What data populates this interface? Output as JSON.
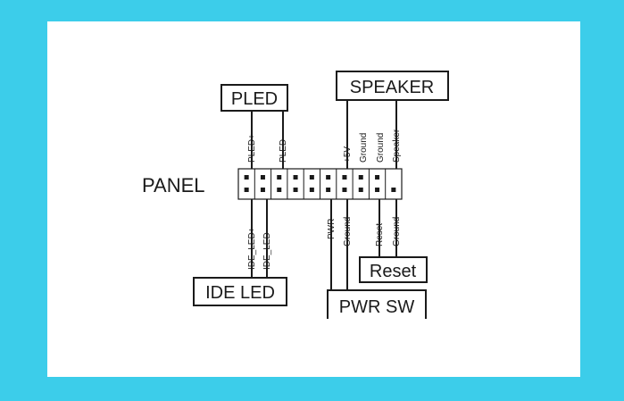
{
  "colors": {
    "frame_background": "#3ccdea",
    "card_background": "#ffffff",
    "line": "#1a1a1a"
  },
  "header_label": "PANEL",
  "boxes": {
    "pled": "PLED",
    "speaker": "SPEAKER",
    "ide_led": "IDE LED",
    "reset": "Reset",
    "pwr_sw": "PWR SW"
  },
  "top_pins": [
    "PLED+",
    "PLED-",
    "+5V",
    "Ground",
    "Ground",
    "Speaker"
  ],
  "bottom_pins": [
    "IDE_LED+",
    "IDE_LED-",
    "PWR",
    "Ground",
    "Reset",
    "Ground"
  ]
}
